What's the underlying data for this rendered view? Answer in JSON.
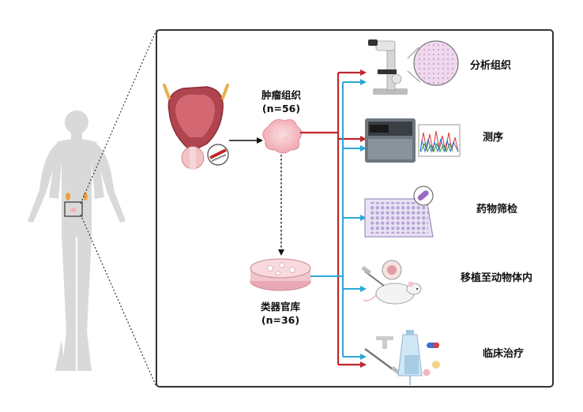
{
  "sources": {
    "tumor": {
      "label": "肿瘤组织",
      "count": "(n=56)"
    },
    "organoid": {
      "label": "类器官库",
      "count": "(n=36)"
    }
  },
  "outputs": [
    {
      "label": "分析组织",
      "icon": "microscope-icon"
    },
    {
      "label": "测序",
      "icon": "sequencer-icon"
    },
    {
      "label": "药物筛检",
      "icon": "well-plate-icon"
    },
    {
      "label": "移植至动物体内",
      "icon": "mouse-icon"
    },
    {
      "label": "临床治疗",
      "icon": "iv-drip-icon"
    }
  ],
  "colors": {
    "tumor_arrow": "#c0272d",
    "organoid_arrow": "#2aa7d8",
    "frame": "#333333",
    "body_silhouette": "#d9d9d9"
  }
}
